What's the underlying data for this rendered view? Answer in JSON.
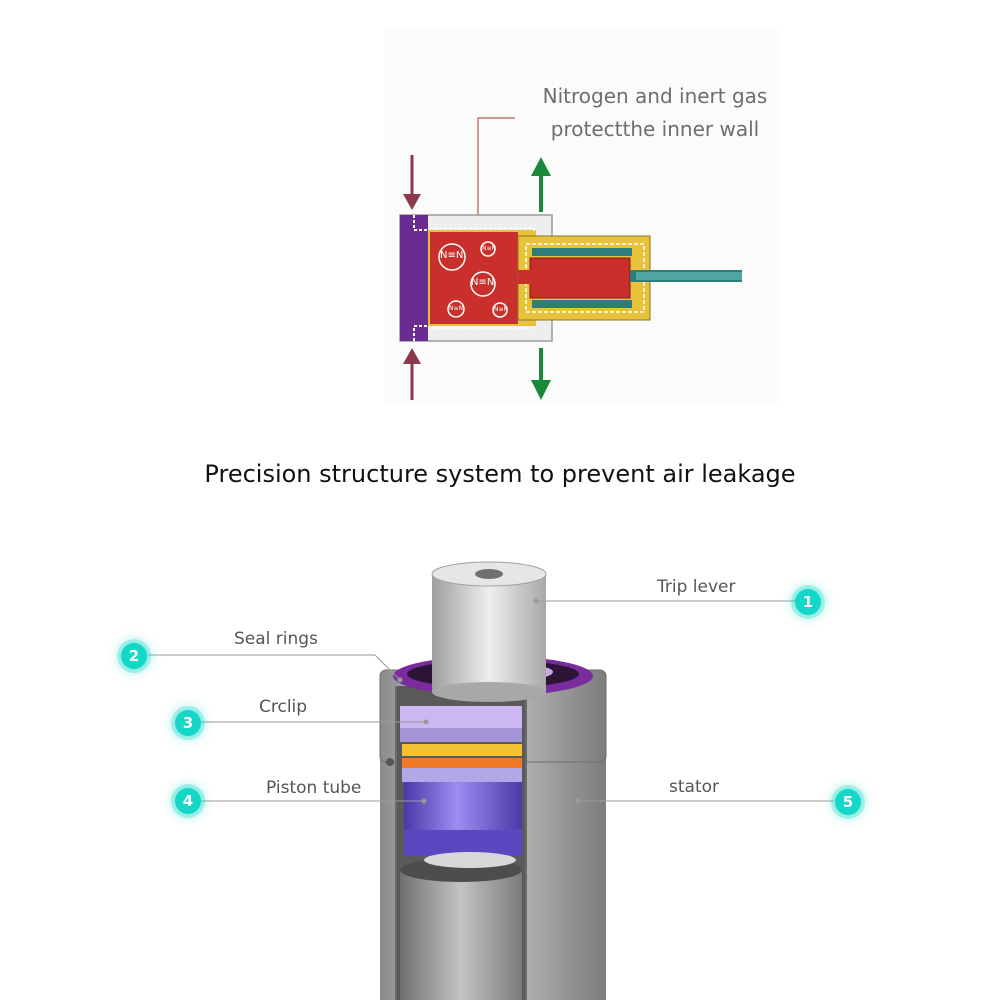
{
  "top_diagram": {
    "caption_line1": "Nitrogen and inert gas",
    "caption_line2": "protectthe inner wall",
    "molecule_text": "N≡N"
  },
  "heading": "Precision structure system to prevent air leakage",
  "callouts": [
    {
      "number": "1",
      "label": "Trip lever"
    },
    {
      "number": "2",
      "label": "Seal rings"
    },
    {
      "number": "3",
      "label": "Crclip"
    },
    {
      "number": "4",
      "label": "Piston tube"
    },
    {
      "number": "5",
      "label": "stator"
    }
  ],
  "colors": {
    "accent_teal": "#14d7c7",
    "arrow_green": "#1a8a3a",
    "arrow_maroon": "#8b3a4e",
    "chamber_red": "#c9302c",
    "frame_yellow": "#e8c23a",
    "cap_purple": "#6a2c91",
    "rod_teal": "#2e7d7a"
  }
}
